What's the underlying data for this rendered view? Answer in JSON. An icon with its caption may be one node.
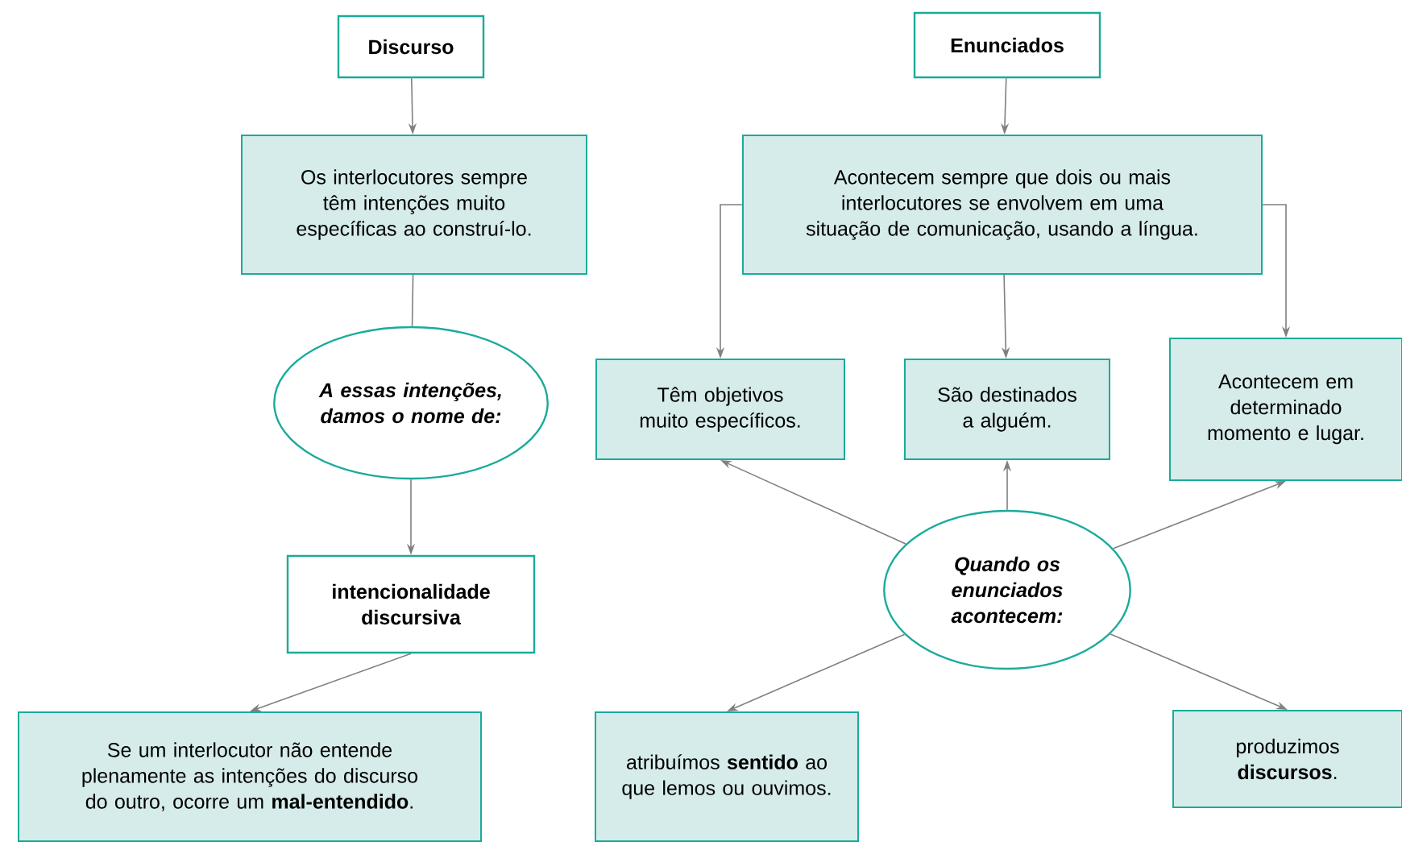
{
  "diagram": {
    "nodes": [
      {
        "text": [
          "Discurso"
        ]
      },
      {
        "text": [
          "Os interlocutores sempre têm intenções muito específicas ao construí-lo."
        ]
      },
      {
        "text": [
          "A essas intenções, damos o nome de:"
        ]
      },
      {
        "text": [
          "intencionalidade discursiva"
        ]
      },
      {
        "text": [
          "Se um interlocutor não entende plenamente as intenções do discurso do outro, ocorre um **mal-entendido**."
        ]
      },
      {
        "text": [
          "Enunciados"
        ]
      },
      {
        "text": [
          "Acontecem sempre que dois ou mais interlocutores se envolvem em uma situação de comunicação, usando a língua."
        ]
      },
      {
        "text": [
          "Têm objetivos muito específicos."
        ]
      },
      {
        "text": [
          "São destinados a alguém."
        ]
      },
      {
        "text": [
          "Acontecem em determinado momento e lugar."
        ]
      },
      {
        "text": [
          "Quando os enunciados acontecem:"
        ]
      },
      {
        "text": [
          "atribuímos **sentido** ao que lemos ou ouvimos."
        ]
      },
      {
        "text": [
          "produzimos **discursos**."
        ]
      }
    ],
    "edges": [
      {
        "from": 0,
        "to": 1,
        "arrow": "to"
      },
      {
        "from": 1,
        "to": 2,
        "arrow": "none"
      },
      {
        "from": 2,
        "to": 3,
        "arrow": "to"
      },
      {
        "from": 3,
        "to": 4,
        "arrow": "to"
      },
      {
        "from": 5,
        "to": 6,
        "arrow": "to"
      },
      {
        "from": 6,
        "to": 7,
        "arrow": "to"
      },
      {
        "from": 6,
        "to": 8,
        "arrow": "to"
      },
      {
        "from": 6,
        "to": 9,
        "arrow": "to"
      },
      {
        "from": 10,
        "to": 7,
        "arrow": "to"
      },
      {
        "from": 10,
        "to": 8,
        "arrow": "to"
      },
      {
        "from": 10,
        "to": 9,
        "arrow": "to"
      },
      {
        "from": 10,
        "to": 11,
        "arrow": "to"
      },
      {
        "from": 10,
        "to": 12,
        "arrow": "to"
      }
    ]
  }
}
